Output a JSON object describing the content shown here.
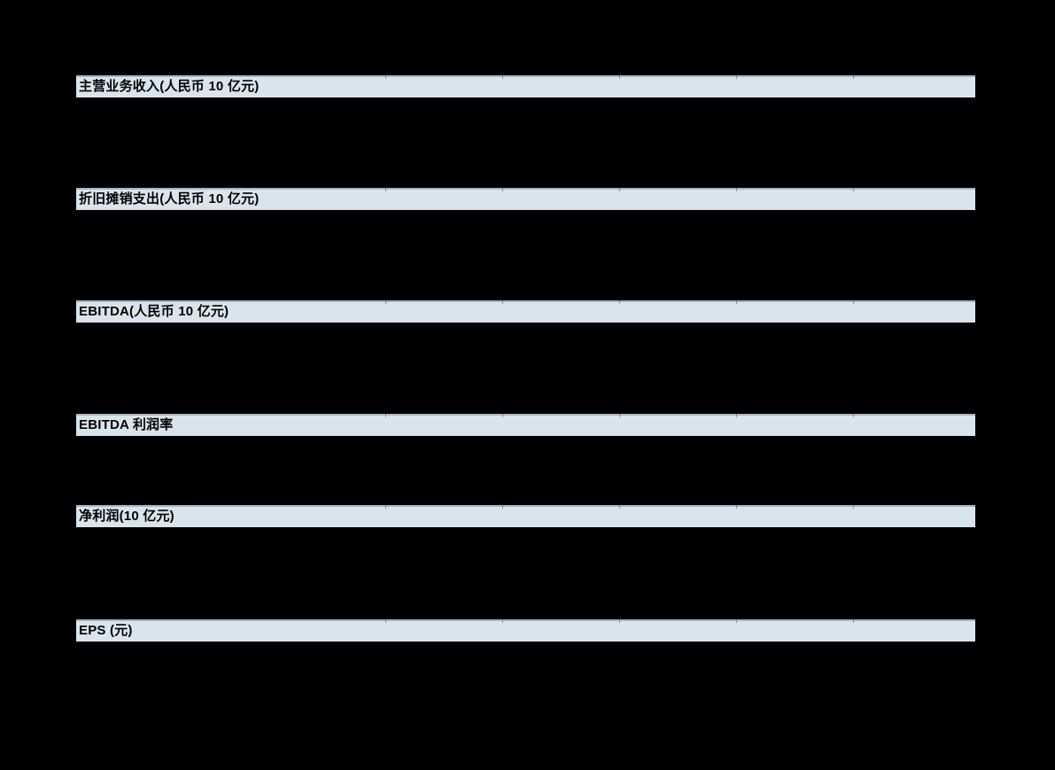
{
  "page": {
    "background": "#000000",
    "bar_fill": "#d9e5ee",
    "bar_border": "#a9b4bd",
    "label_color": "#000000"
  },
  "sections": [
    {
      "label": "主营业务收入(人民币 10 亿元)"
    },
    {
      "label": "折旧摊销支出(人民币 10 亿元)"
    },
    {
      "label": "EBITDA(人民币 10 亿元)"
    },
    {
      "label": "EBITDA 利润率"
    },
    {
      "label": "净利润(10 亿元)"
    },
    {
      "label": "EPS (元)"
    }
  ]
}
